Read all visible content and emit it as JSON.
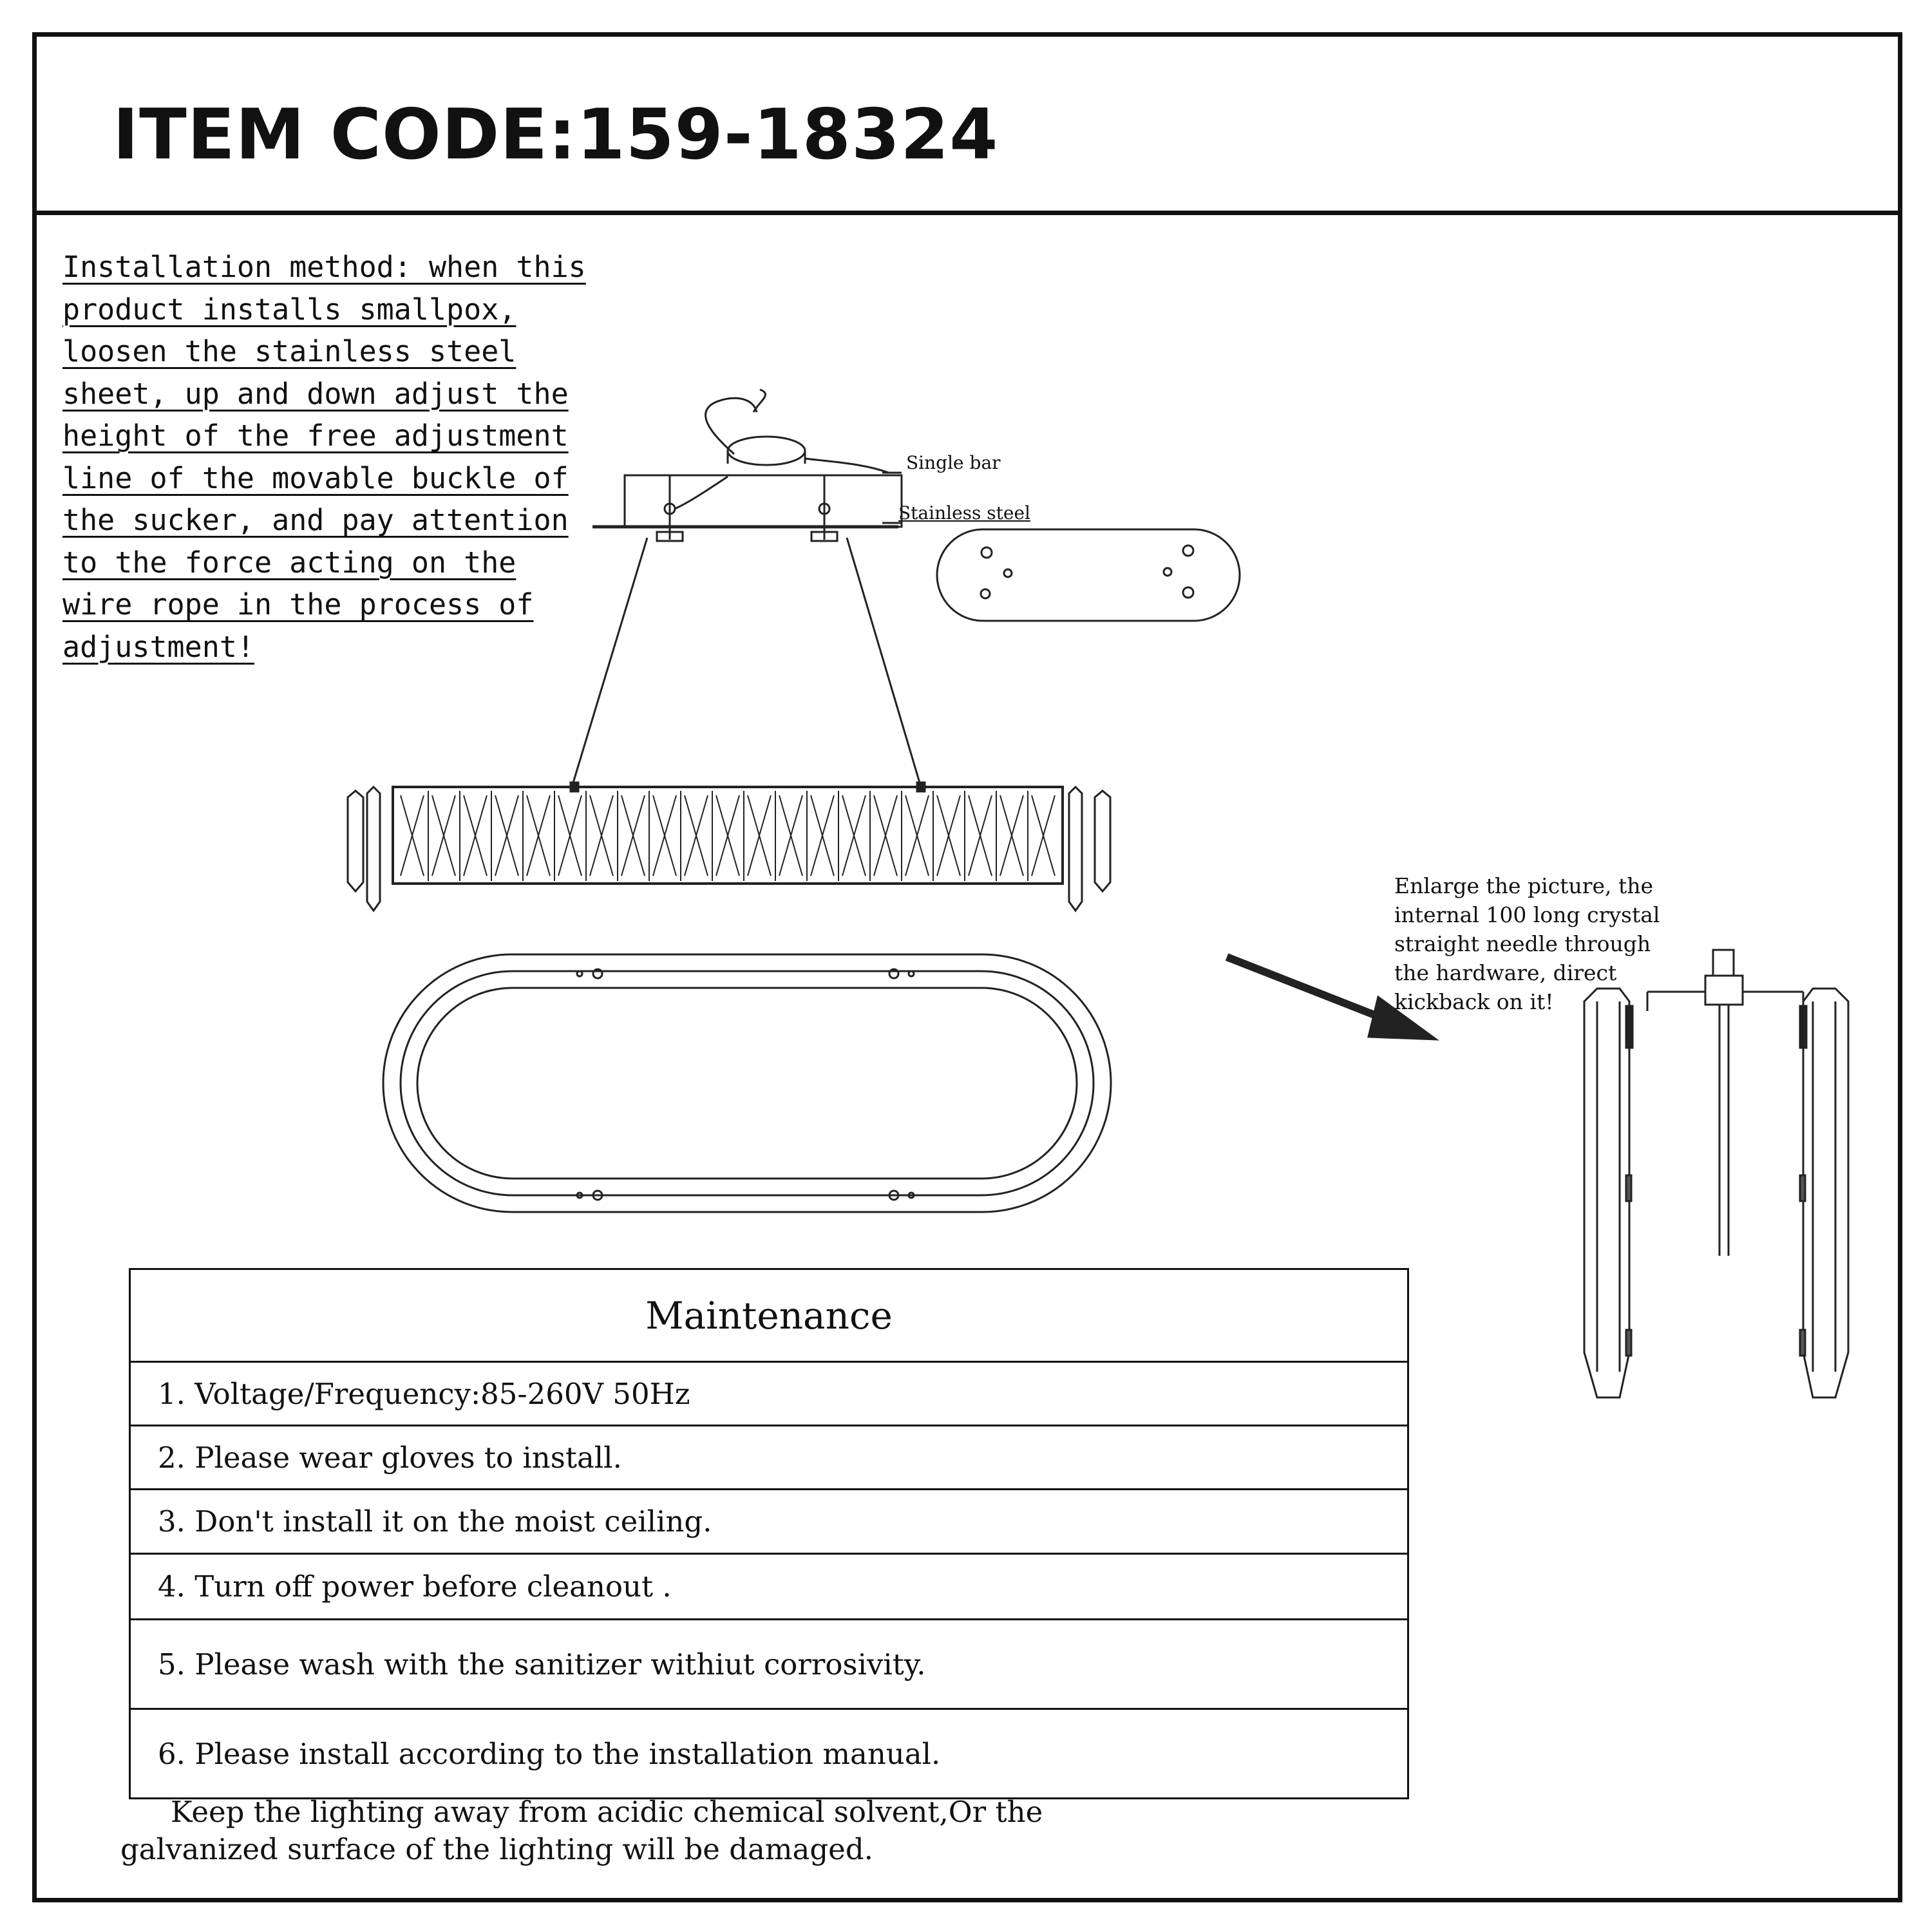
{
  "header": {
    "item_code": "ITEM CODE:159-18324"
  },
  "installation": {
    "lines": [
      "Installation method: when this",
      "product installs smallpox,",
      "loosen the stainless steel",
      "sheet, up and down adjust the",
      "height of the free adjustment",
      "line of the movable buckle of",
      "the sucker, and pay attention",
      "to the force acting on the",
      "wire rope in the process of",
      "adjustment!"
    ]
  },
  "diagram_labels": {
    "single_bar": "Single bar",
    "stainless_steel": "Stainless steel"
  },
  "enlarge_note": {
    "lines": [
      "Enlarge the picture, the",
      "internal 100 long crystal",
      "straight needle through",
      "the hardware, direct",
      "kickback on it!"
    ]
  },
  "maintenance": {
    "title": "Maintenance",
    "items": [
      "1. Voltage/Frequency:85-260V 50Hz",
      "2. Please wear gloves to install.",
      "3. Don't install it on the moist ceiling.",
      "4. Turn off power before cleanout .",
      "5. Please wash with the sanitizer withiut corrosivity.",
      "6. Please install according to the installation manual."
    ]
  },
  "footer": {
    "lines": [
      "Keep the lighting away from acidic chemical solvent,Or the",
      "galvanized surface of the lighting will be damaged."
    ]
  }
}
